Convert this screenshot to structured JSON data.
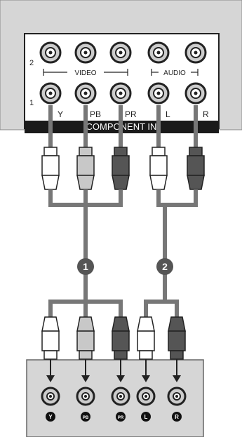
{
  "tv_panel": {
    "row_numbers": [
      "2",
      "1"
    ],
    "group_labels": {
      "video": "VIDEO",
      "audio": "AUDIO"
    },
    "jack_labels": [
      "Y",
      "PB",
      "PR",
      "L",
      "R"
    ],
    "section_label": "COMPONENT IN"
  },
  "cable_markers": [
    "1",
    "2"
  ],
  "device_jack_badges": [
    "Y",
    "PB",
    "PR",
    "L",
    "R"
  ],
  "plug_colors": {
    "Y": "#ffffff",
    "PB": "#c8c8c8",
    "PR": "#555555",
    "L": "#ffffff",
    "R": "#555555"
  },
  "palette": {
    "panel_bg": "#d6d6d6",
    "panel_border": "#666666",
    "cable": "#8a8a8a",
    "marker": "#555555",
    "label_bar": "#1a1a1a"
  }
}
